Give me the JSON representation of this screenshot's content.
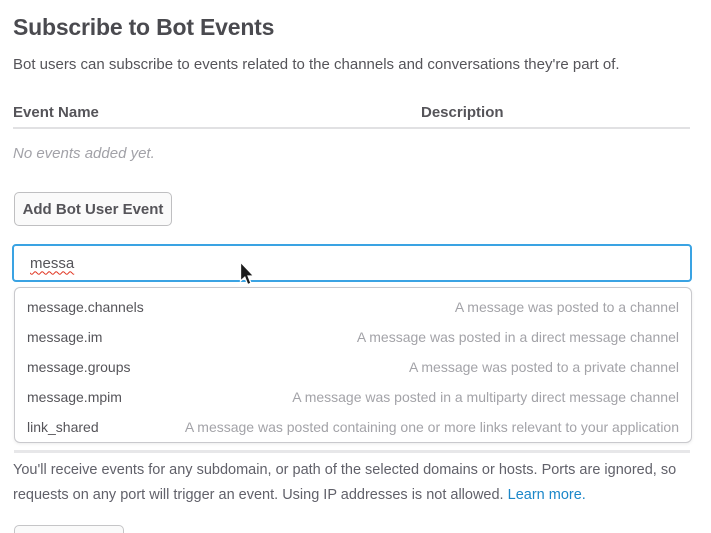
{
  "page": {
    "title": "Subscribe to Bot Events",
    "subtitle": "Bot users can subscribe to events related to the channels and conversations they're part of."
  },
  "events_table": {
    "columns": {
      "name": "Event Name",
      "description": "Description"
    },
    "empty_message": "No events added yet."
  },
  "toolbar": {
    "add_event_label": "Add Bot User Event"
  },
  "event_search": {
    "value": "messa"
  },
  "suggestions": [
    {
      "name": "message.channels",
      "description": "A message was posted to a channel"
    },
    {
      "name": "message.im",
      "description": "A message was posted in a direct message channel"
    },
    {
      "name": "message.groups",
      "description": "A message was posted to a private channel"
    },
    {
      "name": "message.mpim",
      "description": "A message was posted in a multiparty direct message channel"
    },
    {
      "name": "link_shared",
      "description": "A message was posted containing one or more links relevant to your application"
    }
  ],
  "footer": {
    "line1": "You'll receive events for any subdomain, or path of the selected domains or hosts. Ports are ignored, so",
    "line2": "requests on any port will trigger an event. Using IP addresses is not allowed.",
    "link_label": "Learn more."
  },
  "colors": {
    "accent_blue": "#3aa3e3",
    "link_blue": "#1b87c9",
    "text_dark": "#555459",
    "text_muted": "#a3a3a8"
  }
}
